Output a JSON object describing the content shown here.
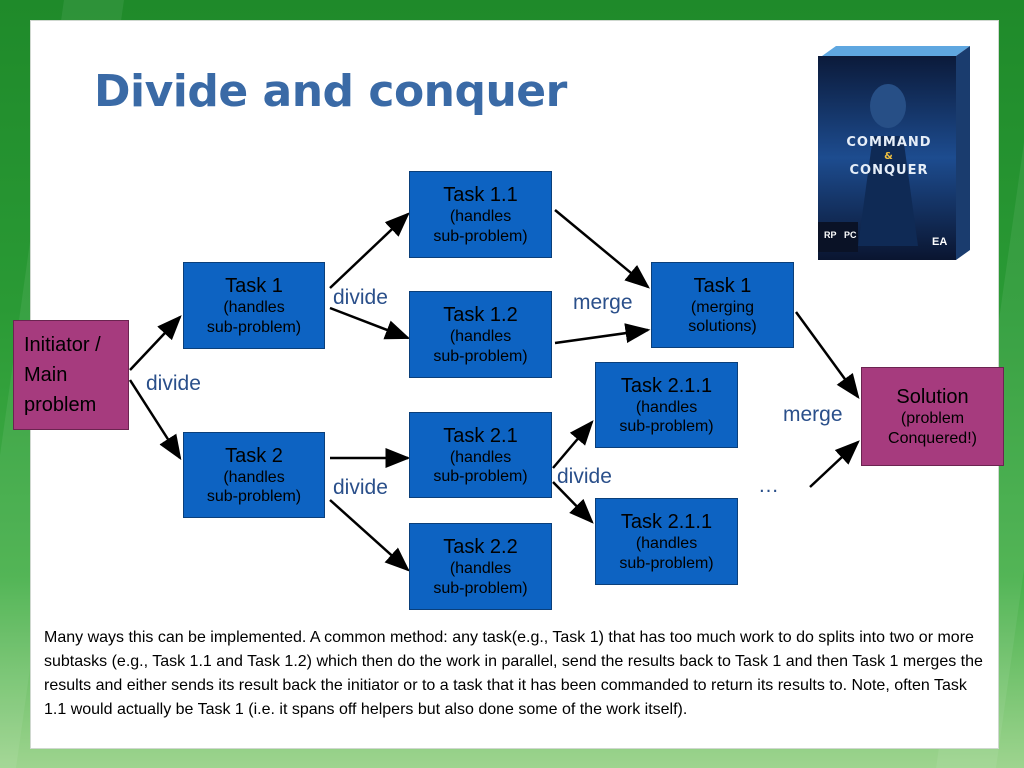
{
  "title": "Divide and conquer",
  "boxes": {
    "initiator": {
      "line1": "Initiator /",
      "line2": "Main",
      "line3": "problem"
    },
    "task1": {
      "name": "Task 1",
      "sub1": "(handles",
      "sub2": "sub-problem)"
    },
    "task2": {
      "name": "Task 2",
      "sub1": "(handles",
      "sub2": "sub-problem)"
    },
    "task11": {
      "name": "Task 1.1",
      "sub1": "(handles",
      "sub2": "sub-problem)"
    },
    "task12": {
      "name": "Task 1.2",
      "sub1": "(handles",
      "sub2": "sub-problem)"
    },
    "task21": {
      "name": "Task 2.1",
      "sub1": "(handles",
      "sub2": "sub-problem)"
    },
    "task22": {
      "name": "Task 2.2",
      "sub1": "(handles",
      "sub2": "sub-problem)"
    },
    "task1merge": {
      "name": "Task 1",
      "sub1": "(merging",
      "sub2": "solutions)"
    },
    "task211a": {
      "name": "Task 2.1.1",
      "sub1": "(handles",
      "sub2": "sub-problem)"
    },
    "task211b": {
      "name": "Task 2.1.1",
      "sub1": "(handles",
      "sub2": "sub-problem)"
    },
    "solution": {
      "name": "Solution",
      "sub1": "(problem",
      "sub2": "Conquered!)"
    }
  },
  "labels": {
    "divide_main": "divide",
    "divide_task1": "divide",
    "divide_task2": "divide",
    "divide_task21": "divide",
    "merge_task1": "merge",
    "merge_solution": "merge",
    "ellipsis": "…"
  },
  "cover": {
    "line1": "COMMAND",
    "amp": "&",
    "line2": "CONQUER",
    "badge": "PC",
    "publisher": "EA",
    "rating": "RP"
  },
  "note": "Many ways this can be implemented. A common method: any task(e.g., Task 1) that has too much work to do splits into two or more subtasks (e.g., Task 1.1 and Task 1.2) which then do the work in parallel, send the results back to Task 1 and then Task 1 merges the results and either sends its result back the initiator or to a task that it has been commanded to return its results to. Note, often Task 1.1 would actually be Task 1 (i.e. it spans off  helpers but also done some of the work itself).",
  "colors": {
    "task_box": "#0d63c2",
    "endpoint_box": "#a63b7e",
    "title": "#3a6aa6",
    "label": "#2a4f8a",
    "background": "#2a9a35"
  }
}
